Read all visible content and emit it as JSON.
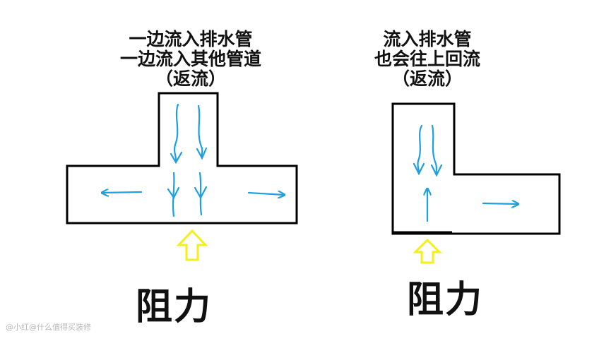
{
  "left_diagram": {
    "caption": [
      "一边流入排水管",
      "一边流入其他管道",
      "（返流）"
    ],
    "force_label": "阻力"
  },
  "right_diagram": {
    "caption": [
      "流入排水管",
      "也会往上回流",
      "（返流）"
    ],
    "force_label": "阻力"
  },
  "watermark": "@小红@什么值得买装修",
  "colors": {
    "outline": "#000000",
    "flow_arrow": "#1e9fe0",
    "resistance_arrow": "#f2ef1a"
  }
}
